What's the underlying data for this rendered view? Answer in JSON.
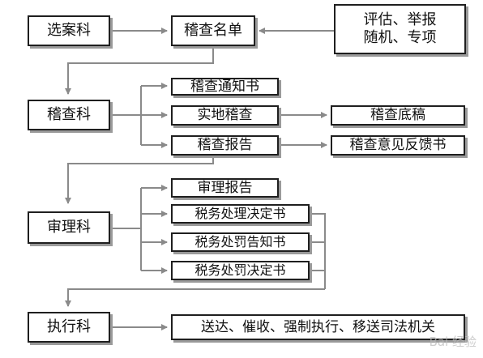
{
  "departments": {
    "selection": "选案科",
    "inspection": "稽查科",
    "review": "审理科",
    "execution": "执行科"
  },
  "documents": {
    "inspection_list": "稽查名单",
    "sources": [
      "评估、举报",
      "随机、专项"
    ],
    "inspection_notice": "稽查通知书",
    "onsite_inspection": "实地稽查",
    "inspection_draft": "稽查底稿",
    "inspection_report": "稽查报告",
    "inspection_feedback": "稽查意见反馈书",
    "review_report": "审理报告",
    "tax_decision": "税务处理决定书",
    "penalty_notice": "税务处罚告知书",
    "penalty_decision": "税务处罚决定书",
    "execution_actions": "送达、催收、强制执行、移送司法机关"
  },
  "watermark": "Bai 经验",
  "colors": {
    "box_border": "#1f1f1f",
    "shadow": "#9a9a9a",
    "connector": "#8a8a8a",
    "text": "#111111"
  }
}
